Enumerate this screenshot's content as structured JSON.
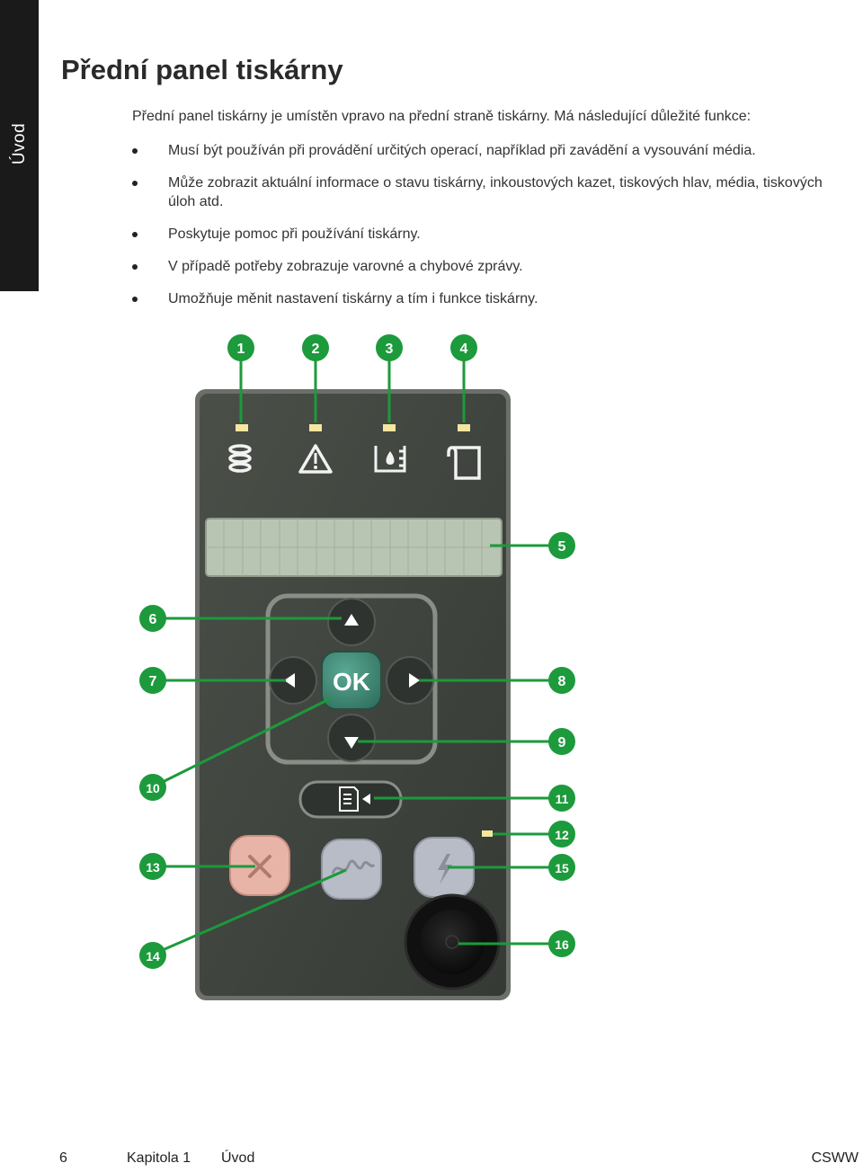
{
  "side_tab": "Úvod",
  "title": "Přední panel tiskárny",
  "intro": "Přední panel tiskárny je umístěn vpravo na přední straně tiskárny. Má následující důležité funkce:",
  "bullets": [
    "Musí být používán při provádění určitých operací, například při zavádění a vysouvání média.",
    "Může zobrazit aktuální informace o stavu tiskárny, inkoustových kazet, tiskových hlav, média, tiskových úloh atd.",
    "Poskytuje pomoc při používání tiskárny.",
    "V případě potřeby zobrazuje varovné a chybové zprávy.",
    "Umožňuje měnit nastavení tiskárny a tím i funkce tiskárny."
  ],
  "panel": {
    "callouts": [
      "1",
      "2",
      "3",
      "4",
      "5",
      "6",
      "7",
      "8",
      "9",
      "10",
      "11",
      "12",
      "13",
      "14",
      "15",
      "16"
    ],
    "ok_label": "OK",
    "colors": {
      "panel": "#3d423c",
      "callout": "#1c9a3c",
      "led": "#f5e6a0",
      "screen": "#b9c5b3",
      "ok": "#3f8c78",
      "cancel": "#e8b4a8"
    }
  },
  "footer": {
    "page_number": "6",
    "chapter": "Kapitola 1",
    "section": "Úvod",
    "code": "CSWW"
  }
}
